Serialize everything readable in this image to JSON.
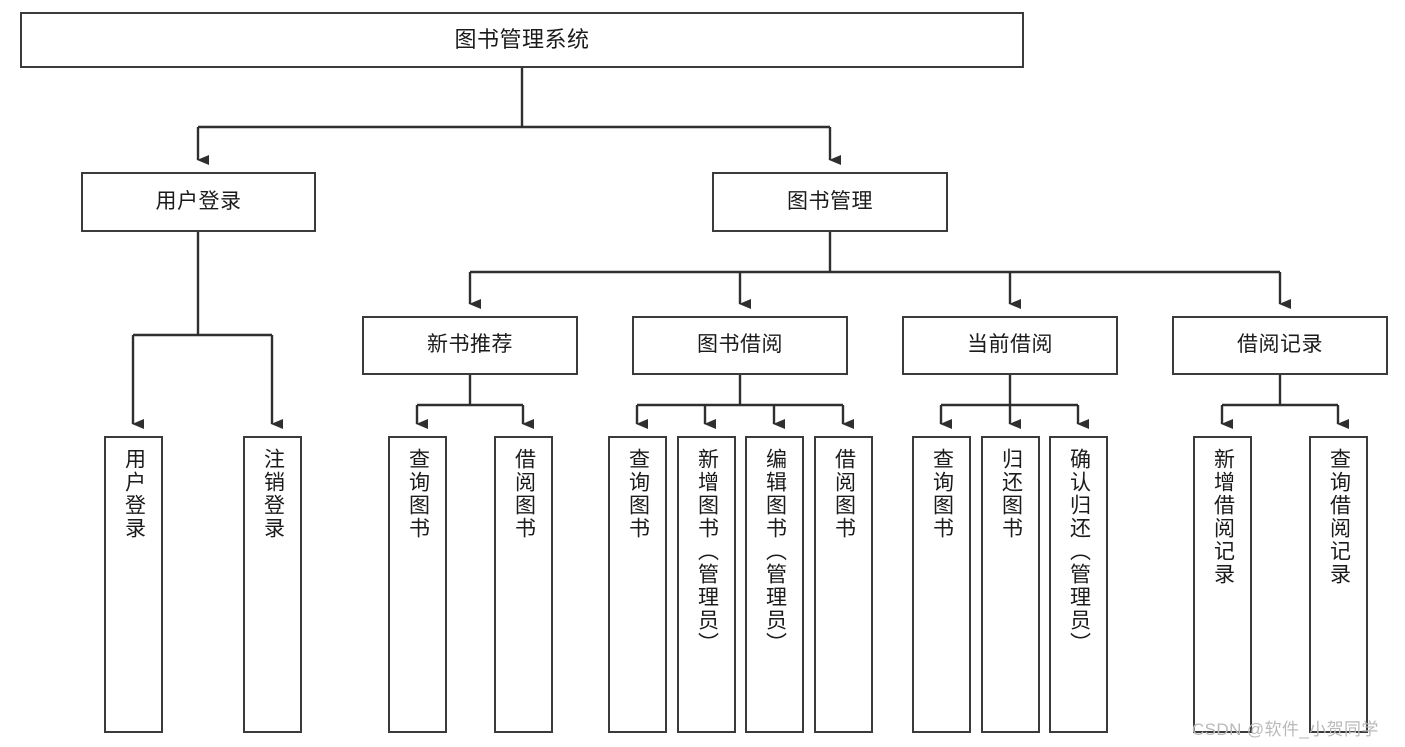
{
  "diagram": {
    "title": "图书管理系统",
    "type": "tree-hierarchy",
    "orientation": "top-down",
    "colors": {
      "box_border": "#3b3b3b",
      "box_fill": "#ffffff",
      "connector": "#2f2f2f",
      "text": "#1b1b1b",
      "watermark": "#b9b9b9",
      "background": "#ffffff"
    }
  },
  "nodes": {
    "root": {
      "label": "图书管理系统",
      "level": 1
    },
    "level2": [
      {
        "id": "user-login",
        "label": "用户登录"
      },
      {
        "id": "book-manage",
        "label": "图书管理"
      }
    ],
    "level3": [
      {
        "id": "new-book-recommend",
        "label": "新书推荐"
      },
      {
        "id": "book-borrow",
        "label": "图书借阅"
      },
      {
        "id": "current-borrow",
        "label": "当前借阅"
      },
      {
        "id": "borrow-record",
        "label": "借阅记录"
      }
    ],
    "leaves": {
      "user-login": [
        {
          "id": "leaf-user-login",
          "label": "用户登录"
        },
        {
          "id": "leaf-user-logout",
          "label": "注销登录"
        }
      ],
      "new-book-recommend": [
        {
          "id": "leaf-query-book-1",
          "label": "查询图书"
        },
        {
          "id": "leaf-borrow-book-1",
          "label": "借阅图书"
        }
      ],
      "book-borrow": [
        {
          "id": "leaf-query-book-2",
          "label": "查询图书"
        },
        {
          "id": "leaf-add-book",
          "label": "新增图书（管理员）"
        },
        {
          "id": "leaf-edit-book",
          "label": "编辑图书（管理员）"
        },
        {
          "id": "leaf-borrow-book-2",
          "label": "借阅图书"
        }
      ],
      "current-borrow": [
        {
          "id": "leaf-query-book-3",
          "label": "查询图书"
        },
        {
          "id": "leaf-return-book",
          "label": "归还图书"
        },
        {
          "id": "leaf-confirm-return",
          "label": "确认归还（管理员）"
        }
      ],
      "borrow-record": [
        {
          "id": "leaf-add-record",
          "label": "新增借阅记录"
        },
        {
          "id": "leaf-query-record",
          "label": "查询借阅记录"
        }
      ]
    }
  },
  "watermark": {
    "text": "CSDN @软件_小贺同学"
  }
}
